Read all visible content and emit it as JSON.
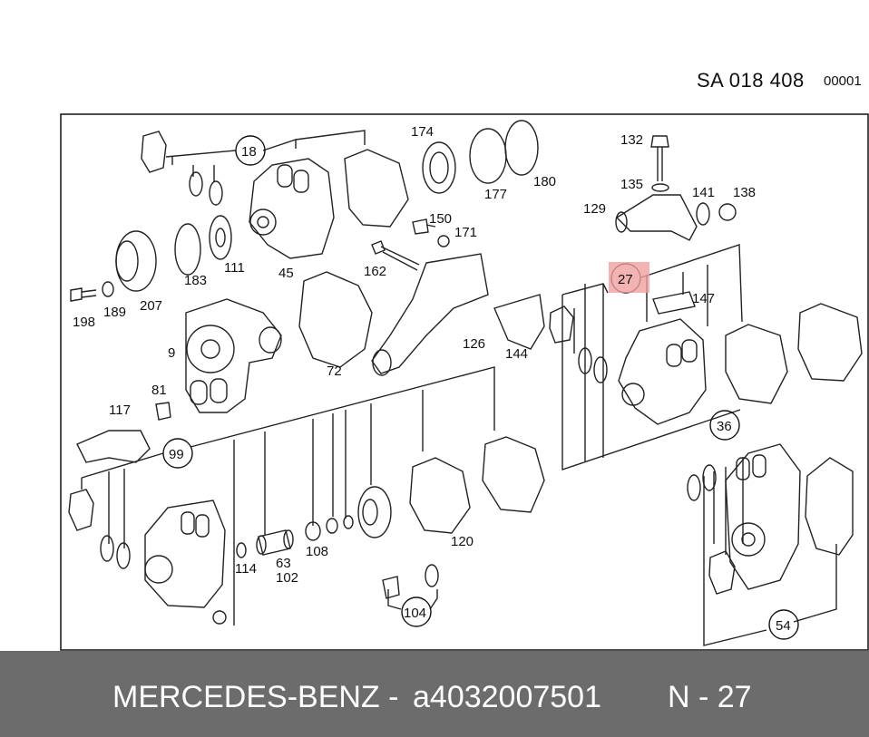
{
  "header": {
    "drawing_code": "SA 018 408",
    "sheet_no": "00001"
  },
  "callouts": {
    "c18": "18",
    "c174": "174",
    "c177": "177",
    "c180": "180",
    "c132": "132",
    "c135": "135",
    "c129": "129",
    "c141": "141",
    "c138": "138",
    "c150": "150",
    "c171": "171",
    "c183": "183",
    "c111": "111",
    "c45": "45",
    "c162": "162",
    "c27": "27",
    "c147": "147",
    "c198": "198",
    "c189": "189",
    "c207": "207",
    "c9": "9",
    "c72": "72",
    "c126": "126",
    "c144": "144",
    "c81": "81",
    "c117": "117",
    "c36": "36",
    "c99": "99",
    "c120": "120",
    "c114": "114",
    "c63": "63",
    "c102": "102",
    "c108": "108",
    "c104": "104",
    "c54": "54"
  },
  "highlight_color": "#f0a0a0",
  "footer": {
    "brand": "MERCEDES-BENZ - ",
    "part_number": "a4032007501",
    "page_ref": "N - 27"
  }
}
